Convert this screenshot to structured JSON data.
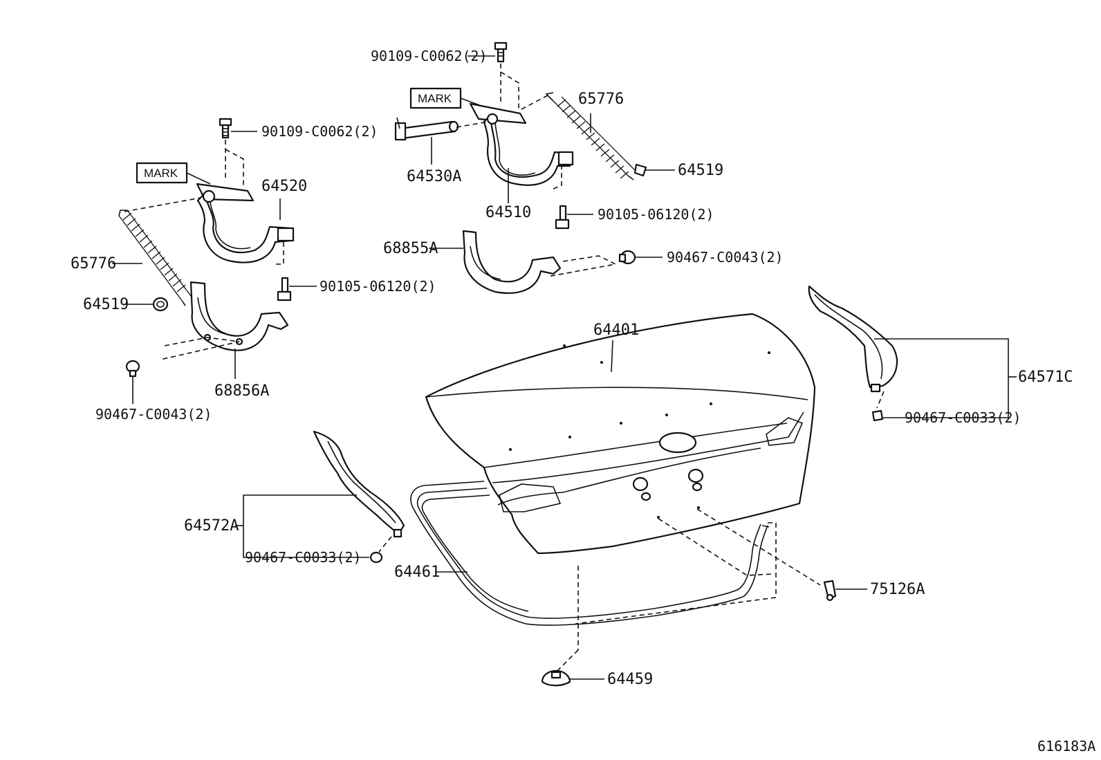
{
  "diagram_id": "616183A",
  "mark_label": "MARK",
  "labels": {
    "bolt_hinge_right": "90109-C0062(2)",
    "bolt_hinge_left": "90109-C0062(2)",
    "spring_right": "65776",
    "spring_left": "65776",
    "clip_spring_right": "64519",
    "clip_spring_left": "64519",
    "stay": "64530A",
    "hinge_right": "64510",
    "hinge_left": "64520",
    "bolt_lower_right": "90105-06120(2)",
    "bolt_lower_left": "90105-06120(2)",
    "cover_right": "68855A",
    "cover_left": "68856A",
    "clip_cover_right": "90467-C0043(2)",
    "clip_cover_left": "90467-C0043(2)",
    "lid": "64401",
    "trim_right": "64571C",
    "clip_trim_right": "90467-C0033(2)",
    "trim_left": "64572A",
    "clip_trim_left": "90467-C0033(2)",
    "weatherstrip": "64461",
    "cushion": "64459",
    "bracket": "75126A"
  }
}
